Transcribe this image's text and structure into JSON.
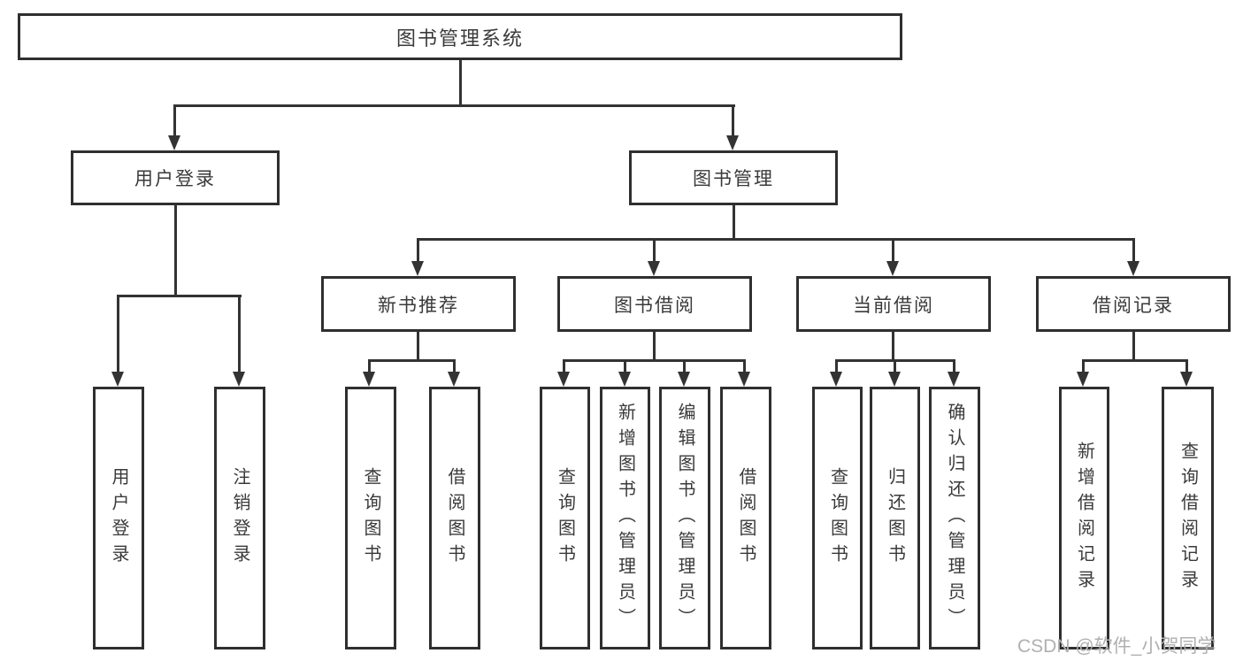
{
  "colors": {
    "line": "#333333",
    "box_border": "#2f2f2f",
    "text": "#3a3a3a",
    "watermark": "#b0b0b0",
    "background": "#ffffff"
  },
  "nodes": {
    "root": "图书管理系统",
    "user_login": "用户登录",
    "book_management": "图书管理",
    "new_book_recommend": "新书推荐",
    "book_borrowing": "图书借阅",
    "current_borrowing": "当前借阅",
    "borrowing_records": "借阅记录",
    "leaf_user_login": "用户登录",
    "leaf_logout": "注销登录",
    "leaf_query_books_a": "查询图书",
    "leaf_borrow_books_a": "借阅图书",
    "leaf_query_books_b": "查询图书",
    "leaf_add_books": "新增图书（管理员）",
    "leaf_edit_books": "编辑图书（管理员）",
    "leaf_borrow_books_b": "借阅图书",
    "leaf_query_books_c": "查询图书",
    "leaf_return_books": "归还图书",
    "leaf_confirm_return": "确认归还（管理员）",
    "leaf_add_borrow_record": "新增借阅记录",
    "leaf_query_borrow_record": "查询借阅记录"
  },
  "hierarchy": {
    "图书管理系统": {
      "用户登录": [
        "用户登录",
        "注销登录"
      ],
      "图书管理": {
        "新书推荐": [
          "查询图书",
          "借阅图书"
        ],
        "图书借阅": [
          "查询图书",
          "新增图书（管理员）",
          "编辑图书（管理员）",
          "借阅图书"
        ],
        "当前借阅": [
          "查询图书",
          "归还图书",
          "确认归还（管理员）"
        ],
        "借阅记录": [
          "新增借阅记录",
          "查询借阅记录"
        ]
      }
    }
  },
  "watermark": "CSDN @软件_小贺同学"
}
